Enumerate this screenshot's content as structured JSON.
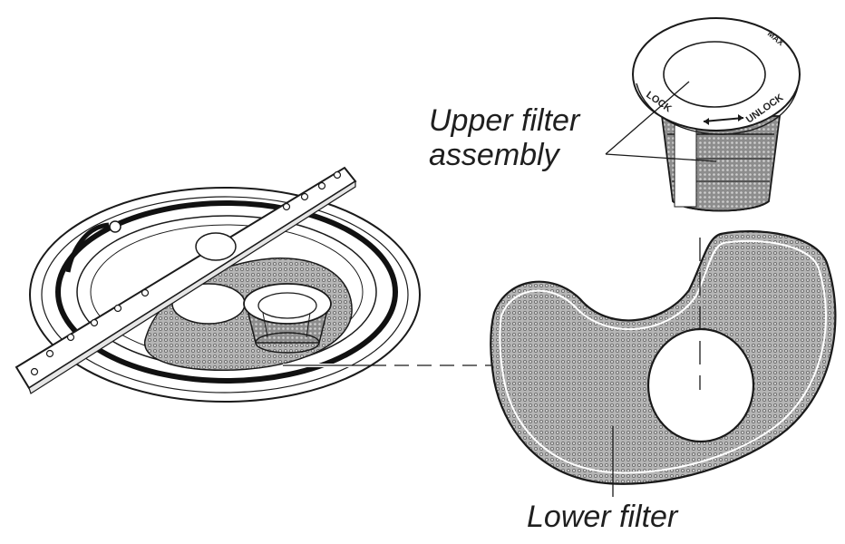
{
  "labels": {
    "upper_filter_line1": "Upper filter",
    "upper_filter_line2": "assembly",
    "lower_filter": "Lower filter"
  },
  "filter_markings": {
    "lock": "LOCK",
    "unlock": "UNLOCK",
    "max": "MAX"
  },
  "colors": {
    "ink": "#1a1a1a",
    "mesh_fill": "#a7a7a7",
    "paper": "#ffffff"
  }
}
